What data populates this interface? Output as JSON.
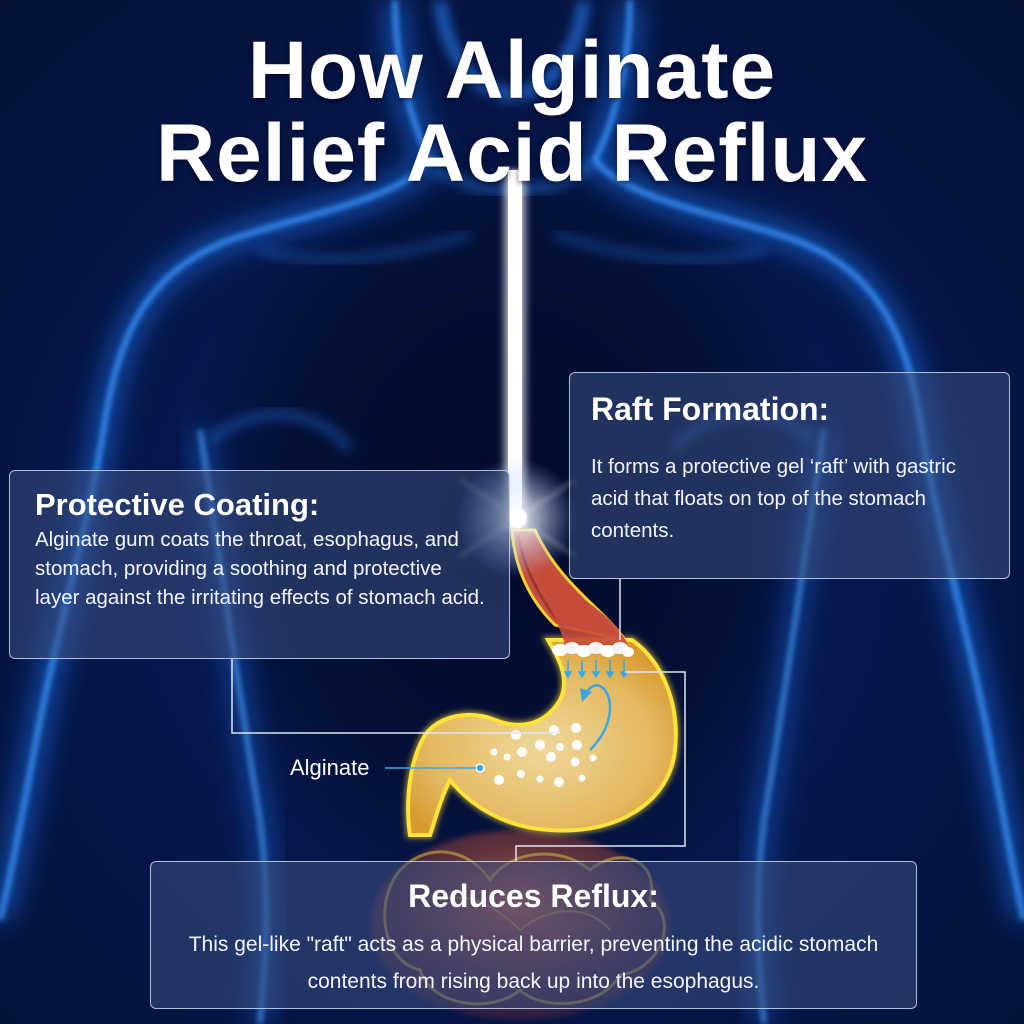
{
  "title": {
    "line1": "How Alginate",
    "line2": "Relief Acid Reflux"
  },
  "cards": {
    "protective_coating": {
      "heading": "Protective Coating:",
      "body": "Alginate gum coats the throat, esophagus, and stomach, providing a soothing and protective layer against the irritating effects of stomach acid."
    },
    "raft_formation": {
      "heading": "Raft Formation:",
      "body": "It forms a protective gel ‘raft’ with gastric acid that floats on top of the stomach contents."
    },
    "reduces_reflux": {
      "heading": "Reduces Reflux:",
      "body": "This gel-like \"raft\" acts as a physical barrier, preventing the acidic stomach contents from rising back up into the esophagus."
    }
  },
  "labels": {
    "alginate": "Alginate"
  },
  "colors": {
    "background": "#061440",
    "body_glow": "#1e7bff",
    "stomach_fill": "#e8c070",
    "stomach_outline": "#ffe23a",
    "esophagus": "#c84a3a",
    "callout_line": "#dfe6f3",
    "alginate_dot": "#3aa8e8"
  }
}
